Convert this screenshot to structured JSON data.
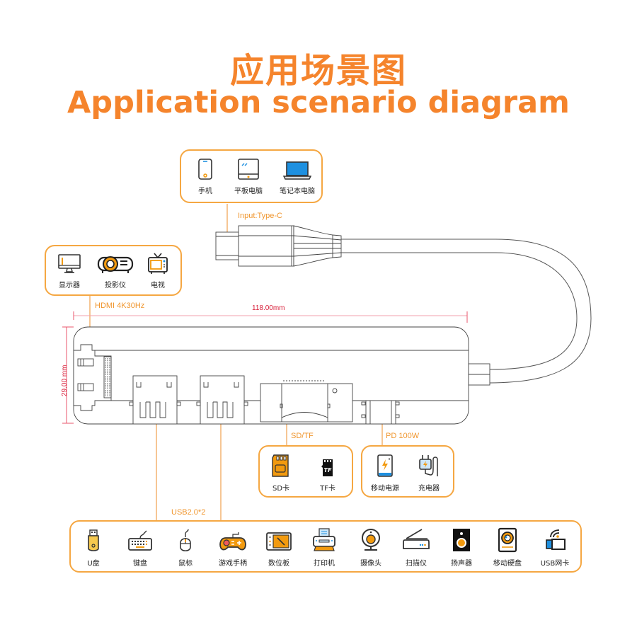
{
  "header": {
    "title_cn": "应用场景图",
    "title_en": "Application scenario diagram"
  },
  "colors": {
    "accent": "#f5842c",
    "frame": "#f5a742",
    "dimension": "#d8203a",
    "line": "#555555",
    "icon_blue": "#1e90e0",
    "icon_orange": "#f29a0f"
  },
  "input_group": {
    "label": "Input:Type-C",
    "items": [
      {
        "icon": "phone-icon",
        "label": "手机"
      },
      {
        "icon": "tablet-icon",
        "label": "平板电脑"
      },
      {
        "icon": "laptop-icon",
        "label": "笔记本电脑"
      }
    ]
  },
  "hdmi_group": {
    "label": "HDMI 4K30Hz",
    "items": [
      {
        "icon": "monitor-icon",
        "label": "显示器"
      },
      {
        "icon": "projector-icon",
        "label": "投影仪"
      },
      {
        "icon": "tv-icon",
        "label": "电视"
      }
    ]
  },
  "dimensions": {
    "width": "118.00mm",
    "height": "29.00 mm"
  },
  "card_group": {
    "label": "SD/TF",
    "items": [
      {
        "icon": "sd-card-icon",
        "label": "SD卡"
      },
      {
        "icon": "tf-card-icon",
        "label": "TF卡",
        "glyph": "TF"
      }
    ]
  },
  "pd_group": {
    "label": "PD 100W",
    "items": [
      {
        "icon": "power-bank-icon",
        "label": "移动电源"
      },
      {
        "icon": "charger-icon",
        "label": "充电器"
      }
    ]
  },
  "usb_group": {
    "label": "USB2.0*2",
    "items": [
      {
        "icon": "usb-drive-icon",
        "label": "U盘"
      },
      {
        "icon": "keyboard-icon",
        "label": "键盘"
      },
      {
        "icon": "mouse-icon",
        "label": "鼠标"
      },
      {
        "icon": "gamepad-icon",
        "label": "游戏手柄"
      },
      {
        "icon": "drawing-tablet-icon",
        "label": "数位板"
      },
      {
        "icon": "printer-icon",
        "label": "打印机"
      },
      {
        "icon": "webcam-icon",
        "label": "摄像头"
      },
      {
        "icon": "scanner-icon",
        "label": "扫描仪"
      },
      {
        "icon": "speaker-icon",
        "label": "扬声器"
      },
      {
        "icon": "hard-drive-icon",
        "label": "移动硬盘"
      },
      {
        "icon": "usb-wifi-icon",
        "label": "USB网卡"
      }
    ]
  }
}
